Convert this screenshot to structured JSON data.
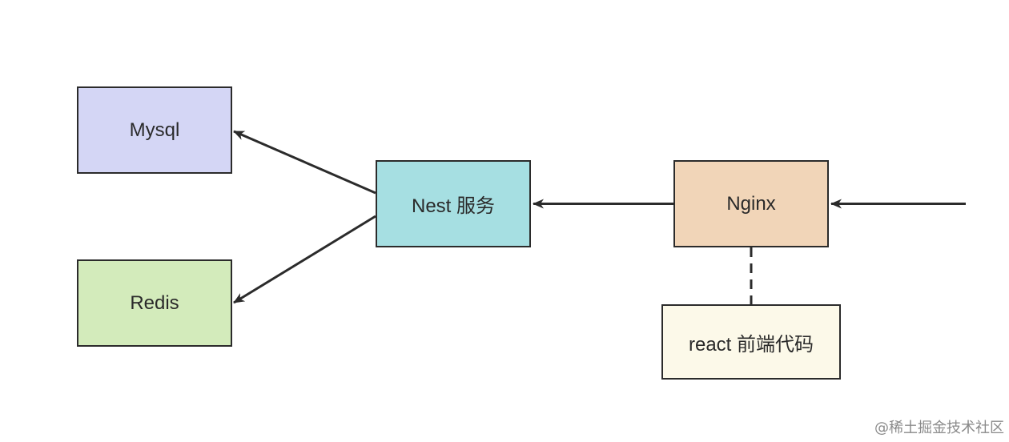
{
  "nodes": {
    "mysql": {
      "label": "Mysql",
      "fill": "#d4d6f5"
    },
    "redis": {
      "label": "Redis",
      "fill": "#d3ebbb"
    },
    "nest": {
      "label": "Nest 服务",
      "fill": "#a6dfe2"
    },
    "nginx": {
      "label": "Nginx",
      "fill": "#f1d5b8"
    },
    "react": {
      "label": "react 前端代码",
      "fill": "#fcf9e9"
    }
  },
  "edges": [
    {
      "from": "external",
      "to": "nginx",
      "style": "solid"
    },
    {
      "from": "nginx",
      "to": "nest",
      "style": "solid"
    },
    {
      "from": "nest",
      "to": "mysql",
      "style": "solid"
    },
    {
      "from": "nest",
      "to": "redis",
      "style": "solid"
    },
    {
      "from": "nginx",
      "to": "react",
      "style": "dashed"
    }
  ],
  "watermark": "@稀土掘金技术社区",
  "colors": {
    "stroke": "#2b2b2b",
    "text": "#2a2a2a"
  }
}
